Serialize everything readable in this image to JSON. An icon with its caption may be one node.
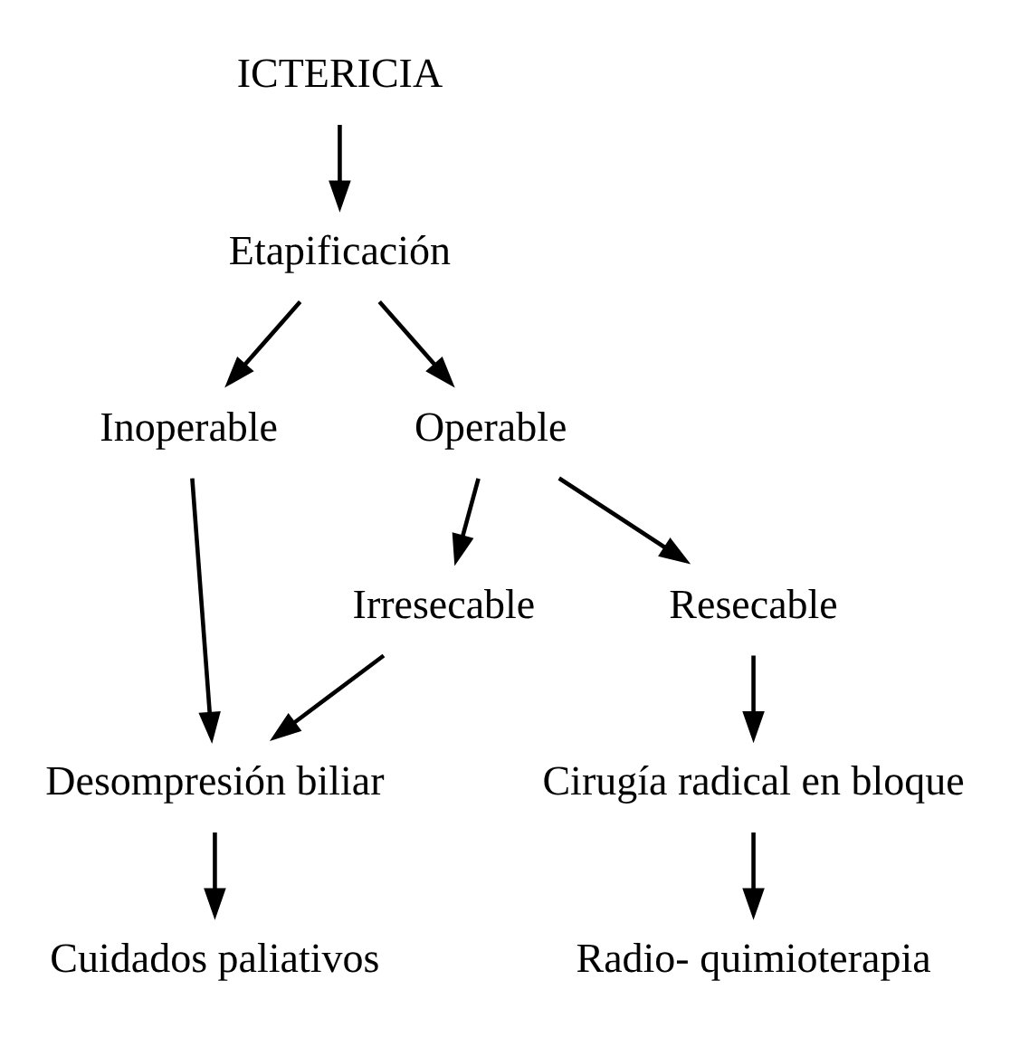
{
  "diagram": {
    "nodes": [
      {
        "text": [
          "ICTERICIA"
        ]
      },
      {
        "text": [
          "Etapificación"
        ]
      },
      {
        "text": [
          "Inoperable"
        ]
      },
      {
        "text": [
          "Operable"
        ]
      },
      {
        "text": [
          "Irresecable"
        ]
      },
      {
        "text": [
          "Resecable"
        ]
      },
      {
        "text": [
          "Desompresión biliar"
        ]
      },
      {
        "text": [
          "Cirugía radical en bloque"
        ]
      },
      {
        "text": [
          "Cuidados paliativos"
        ]
      },
      {
        "text": [
          "Radio- quimioterapia"
        ]
      }
    ],
    "edges": [
      {
        "from": 0,
        "to": 1,
        "arrow": "to"
      },
      {
        "from": 1,
        "to": 2,
        "arrow": "to"
      },
      {
        "from": 1,
        "to": 3,
        "arrow": "to"
      },
      {
        "from": 3,
        "to": 4,
        "arrow": "to"
      },
      {
        "from": 3,
        "to": 5,
        "arrow": "to"
      },
      {
        "from": 2,
        "to": 6,
        "arrow": "to"
      },
      {
        "from": 4,
        "to": 6,
        "arrow": "to"
      },
      {
        "from": 5,
        "to": 7,
        "arrow": "to"
      },
      {
        "from": 6,
        "to": 8,
        "arrow": "to"
      },
      {
        "from": 7,
        "to": 9,
        "arrow": "to"
      }
    ]
  }
}
